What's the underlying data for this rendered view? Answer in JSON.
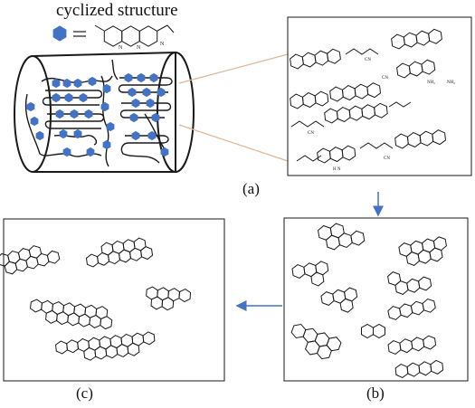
{
  "header": {
    "title": "cyclized structure"
  },
  "legend": {
    "hex_color": "#4472c4",
    "equals": "="
  },
  "panels": {
    "a": "(a)",
    "b": "(b)",
    "c": "(c)"
  },
  "labels": {
    "cn": "CN",
    "nh2": "NH₂",
    "nh": "H N",
    "n": "N"
  },
  "colors": {
    "accent": "#4472c4",
    "line": "#1a1a1a",
    "connector": "#e0b59a"
  }
}
